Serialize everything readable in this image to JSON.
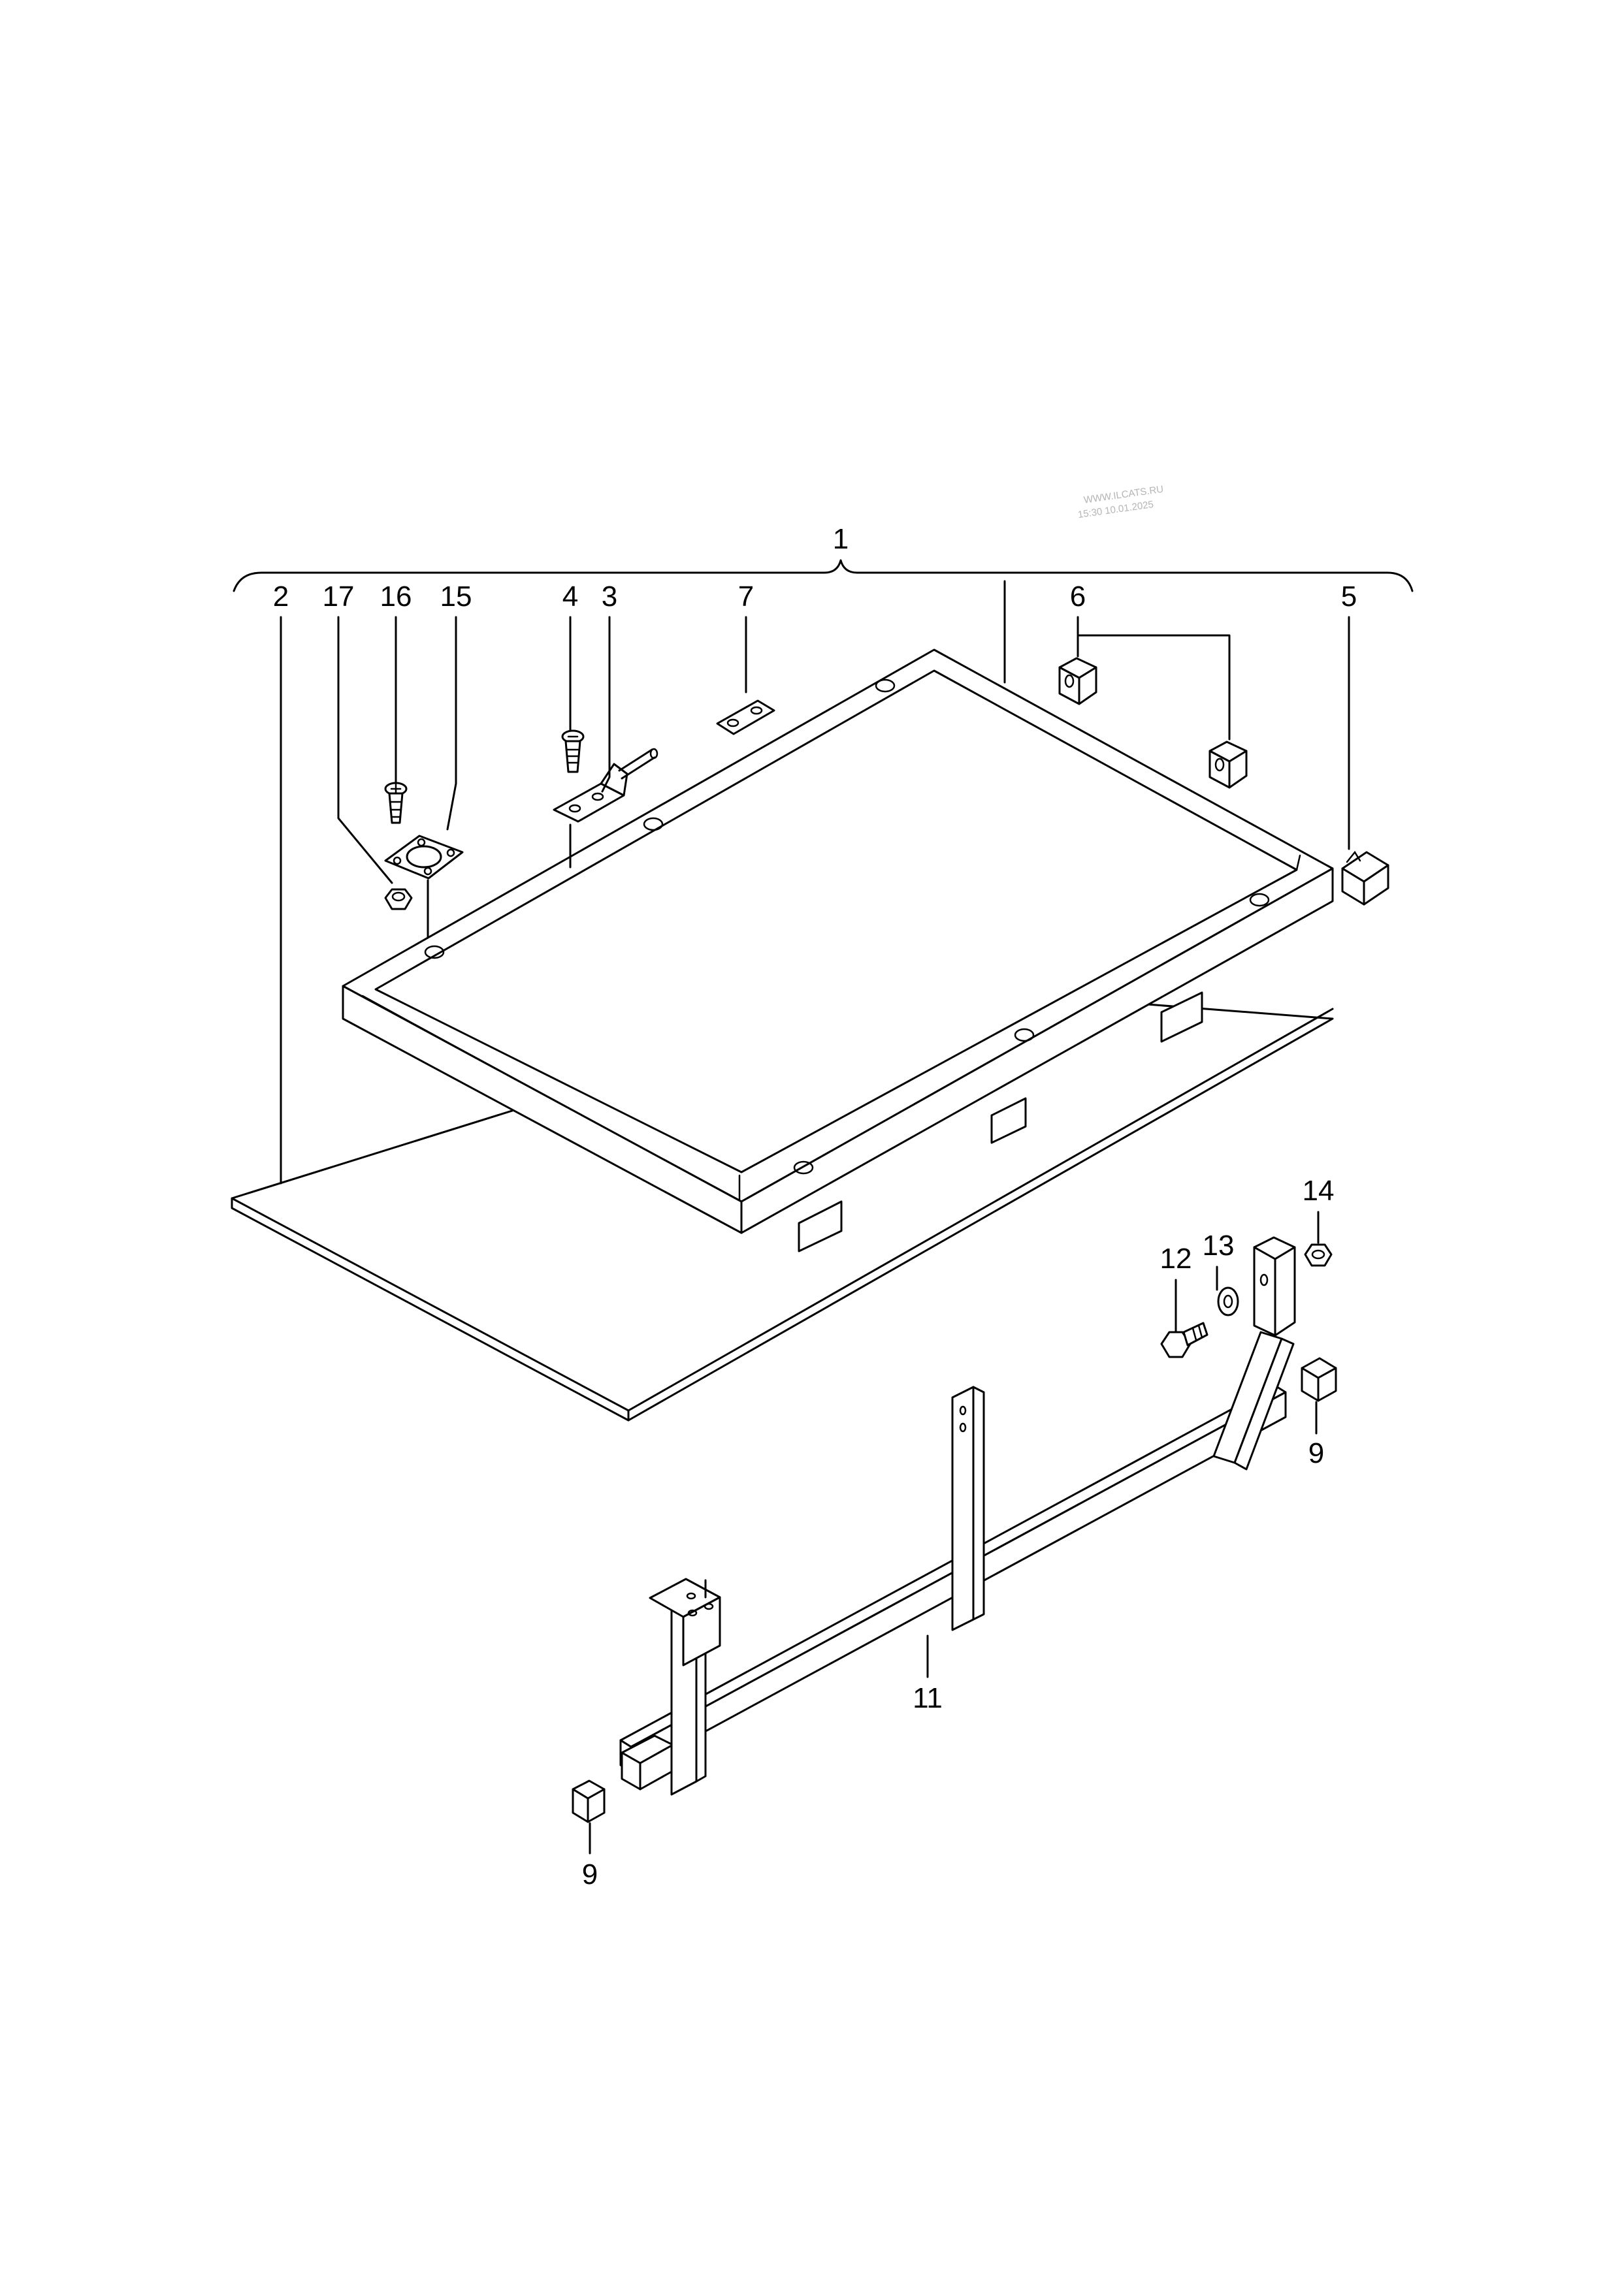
{
  "watermark": {
    "line1": "WWW.ILCATS.RU",
    "line2": "15:30 10.01.2025"
  },
  "callouts": {
    "c1": "1",
    "c2": "2",
    "c3": "3",
    "c4": "4",
    "c5": "5",
    "c6": "6",
    "c7": "7",
    "c9a": "9",
    "c9b": "9",
    "c11": "11",
    "c12": "12",
    "c13": "13",
    "c14": "14",
    "c15": "15",
    "c16": "16",
    "c17": "17"
  }
}
